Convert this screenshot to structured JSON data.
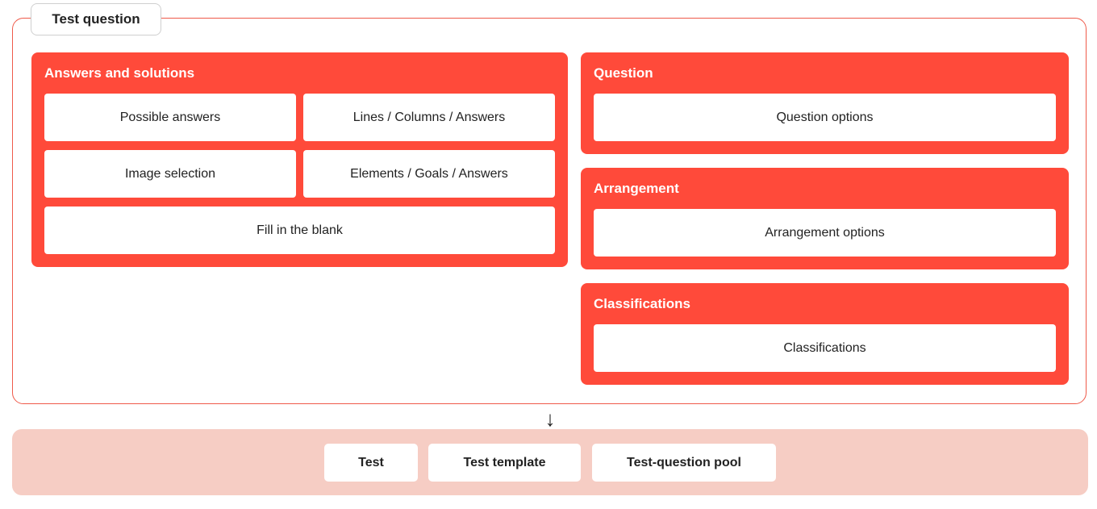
{
  "container": {
    "title": "Test question"
  },
  "answers_panel": {
    "title": "Answers and solutions",
    "items": [
      "Possible answers",
      "Lines / Columns / Answers",
      "Image selection",
      "Elements / Goals / Answers",
      "Fill in the blank"
    ]
  },
  "question_panel": {
    "title": "Question",
    "item": "Question options"
  },
  "arrangement_panel": {
    "title": "Arrangement",
    "item": "Arrangement options"
  },
  "classifications_panel": {
    "title": "Classifications",
    "item": "Classifications"
  },
  "flow_arrow": "↓",
  "targets": [
    "Test",
    "Test template",
    "Test-question pool"
  ],
  "colors": {
    "panel": "#ff4a3a",
    "outline": "#ef5a4a",
    "band": "#f6cdc4",
    "card": "#ffffff"
  }
}
